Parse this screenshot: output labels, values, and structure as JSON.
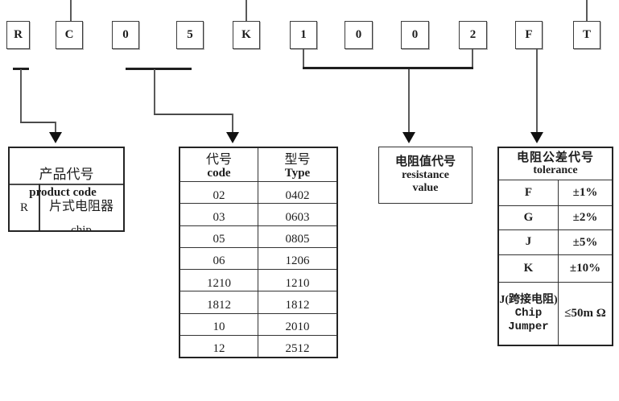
{
  "part_code": {
    "boxes": [
      "R",
      "C",
      "0",
      "5",
      "K",
      "1",
      "0",
      "0",
      "2",
      "F",
      "T"
    ]
  },
  "product_table": {
    "title_cn": "产品代号",
    "title_en": "product code",
    "row": {
      "code": "R",
      "desc_cn": "片式电阻器",
      "desc_en": "chip"
    }
  },
  "size_table": {
    "header": {
      "code_cn": "代号",
      "code_en": "code",
      "type_cn": "型号",
      "type_en": "Type"
    },
    "rows": [
      {
        "code": "02",
        "type": "0402"
      },
      {
        "code": "03",
        "type": "0603"
      },
      {
        "code": "05",
        "type": "0805"
      },
      {
        "code": "06",
        "type": "1206"
      },
      {
        "code": "1210",
        "type": "1210"
      },
      {
        "code": "1812",
        "type": "1812"
      },
      {
        "code": "10",
        "type": "2010"
      },
      {
        "code": "12",
        "type": "2512"
      }
    ]
  },
  "resistance_box": {
    "line1": "电阻值代号",
    "line2": "resistance",
    "line3": "value"
  },
  "tolerance_table": {
    "title_cn": "电阻公差代号",
    "title_en": "tolerance",
    "rows": [
      {
        "code": "F",
        "value": "±1%"
      },
      {
        "code": "G",
        "value": "±2%"
      },
      {
        "code": "J",
        "value": "±5%"
      },
      {
        "code": "K",
        "value": "±10%"
      },
      {
        "code": "J(跨接电阻)",
        "code_en": "Chip Jumper",
        "value": "≤50m Ω"
      }
    ]
  },
  "colors": {
    "text": "#1d1d1d",
    "line": "#222222",
    "background": "#ffffff"
  }
}
